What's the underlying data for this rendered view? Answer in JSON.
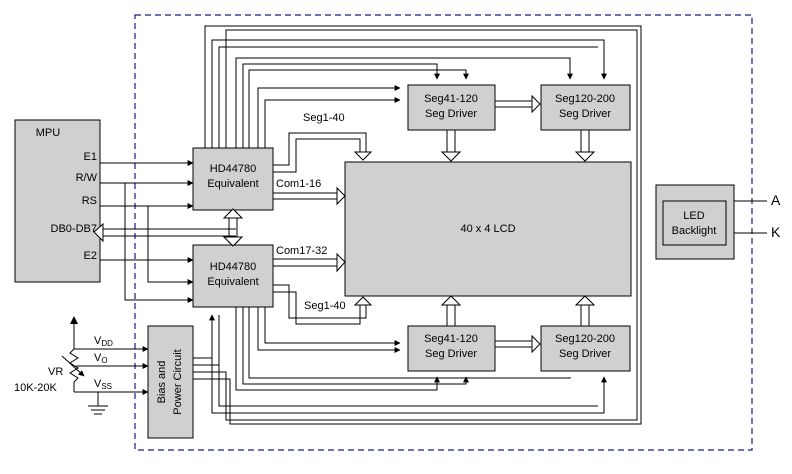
{
  "mpu": {
    "title": "MPU",
    "pins": [
      "E1",
      "R/W",
      "RS",
      "DB0-DB7",
      "E2"
    ]
  },
  "controllers": {
    "top": {
      "line1": "HD44780",
      "line2": "Equivalent"
    },
    "bottom": {
      "line1": "HD44780",
      "line2": "Equivalent"
    }
  },
  "seg_drivers": {
    "top_left": {
      "line1": "Seg41-120",
      "line2": "Seg Driver"
    },
    "top_right": {
      "line1": "Seg120-200",
      "line2": "Seg Driver"
    },
    "bottom_left": {
      "line1": "Seg41-120",
      "line2": "Seg Driver"
    },
    "bottom_right": {
      "line1": "Seg120-200",
      "line2": "Seg Driver"
    }
  },
  "lcd": {
    "label": "40 x 4 LCD"
  },
  "bus_labels": {
    "seg_top": "Seg1-40",
    "com_top": "Com1-16",
    "com_bottom": "Com17-32",
    "seg_bottom": "Seg1-40"
  },
  "backlight": {
    "line1": "LED",
    "line2": "Backlight",
    "anode": "A",
    "cathode": "K"
  },
  "power": {
    "circuit_line1": "Bias and",
    "circuit_line2": "Power Circuit",
    "vdd": "V",
    "vdd_sub": "DD",
    "vo": "V",
    "vo_sub": "O",
    "vss": "V",
    "vss_sub": "SS",
    "vr": "VR",
    "vr_value": "10K-20K"
  }
}
